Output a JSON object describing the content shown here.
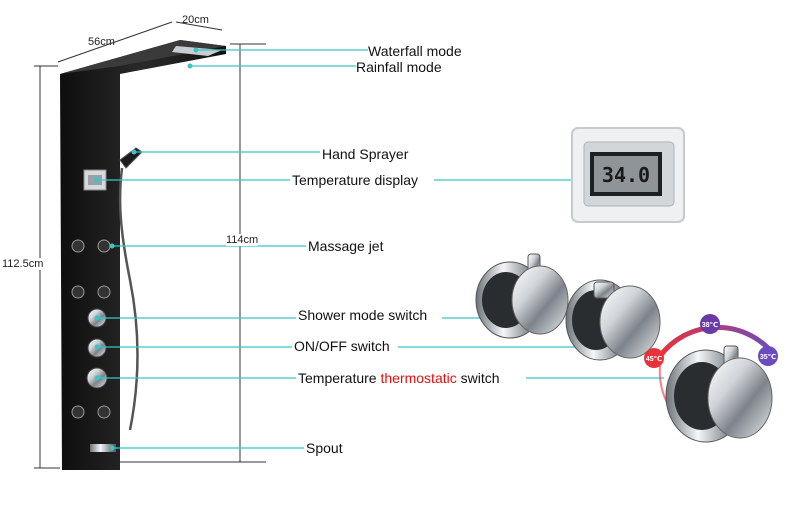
{
  "dimensions": {
    "width": "56cm",
    "depth": "20cm",
    "height_left": "112.5cm",
    "height_right": "114cm"
  },
  "callouts": [
    {
      "id": "waterfall",
      "label": "Waterfall mode"
    },
    {
      "id": "rainfall",
      "label": "Rainfall mode"
    },
    {
      "id": "hand",
      "label": "Hand Sprayer"
    },
    {
      "id": "tempdisp",
      "label": "Temperature display"
    },
    {
      "id": "massage",
      "label": "Massage jet"
    },
    {
      "id": "mode",
      "label": "Shower mode switch"
    },
    {
      "id": "onoff",
      "label": "ON/OFF switch"
    },
    {
      "id": "thermo",
      "label_prefix": "Temperature ",
      "label_highlight": "thermostatic",
      "label_suffix": " switch"
    },
    {
      "id": "spout",
      "label": "Spout"
    }
  ],
  "display": {
    "reading": "34.0"
  },
  "dial": {
    "left": "45℃",
    "top": "38℃",
    "right": "35℃"
  },
  "colors": {
    "leader": "#37c6c6",
    "panel": "#1a1a1a",
    "highlight": "#e01010",
    "hot": "#e8323c",
    "cold": "#6a4cc0"
  }
}
